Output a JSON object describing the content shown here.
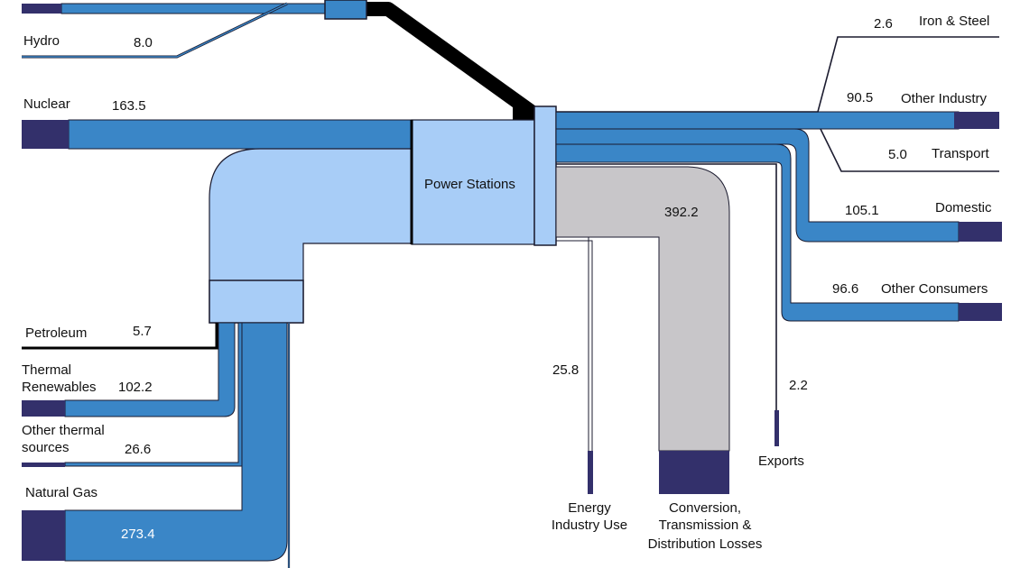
{
  "title": "",
  "colors": {
    "flow": "#3a86c7",
    "node_light": "#a8cdf7",
    "losses": "#c8c6c9",
    "anchor": "#33306b",
    "coal": "#000000",
    "outline": "#1b1b2f"
  },
  "nodes": {
    "power_stations": "Power Stations"
  },
  "inputs": [
    {
      "name": "Hydro",
      "value": "8.0"
    },
    {
      "name": "Nuclear",
      "value": "163.5"
    },
    {
      "name": "Petroleum",
      "value": "5.7"
    },
    {
      "name": "Thermal Renewables",
      "name_line1": "Thermal",
      "name_line2": "Renewables",
      "value": "102.2"
    },
    {
      "name": "Other thermal sources",
      "name_line1": "Other thermal",
      "name_line2": "sources",
      "value": "26.6"
    },
    {
      "name": "Natural Gas",
      "value": "273.4"
    }
  ],
  "outputs": [
    {
      "name": "Iron & Steel",
      "value": "2.6"
    },
    {
      "name": "Other Industry",
      "value": "90.5"
    },
    {
      "name": "Transport",
      "value": "5.0"
    },
    {
      "name": "Domestic",
      "value": "105.1"
    },
    {
      "name": "Other Consumers",
      "value": "96.6"
    },
    {
      "name": "Exports",
      "value": "2.2"
    },
    {
      "name": "Energy Industry Use",
      "name_line1": "Energy",
      "name_line2": "Industry Use",
      "value": "25.8"
    },
    {
      "name": "Conversion, Transmission & Distribution Losses",
      "name_line1": "Conversion,",
      "name_line2": "Transmission &",
      "name_line3": "Distribution Losses",
      "value": "392.2"
    }
  ]
}
